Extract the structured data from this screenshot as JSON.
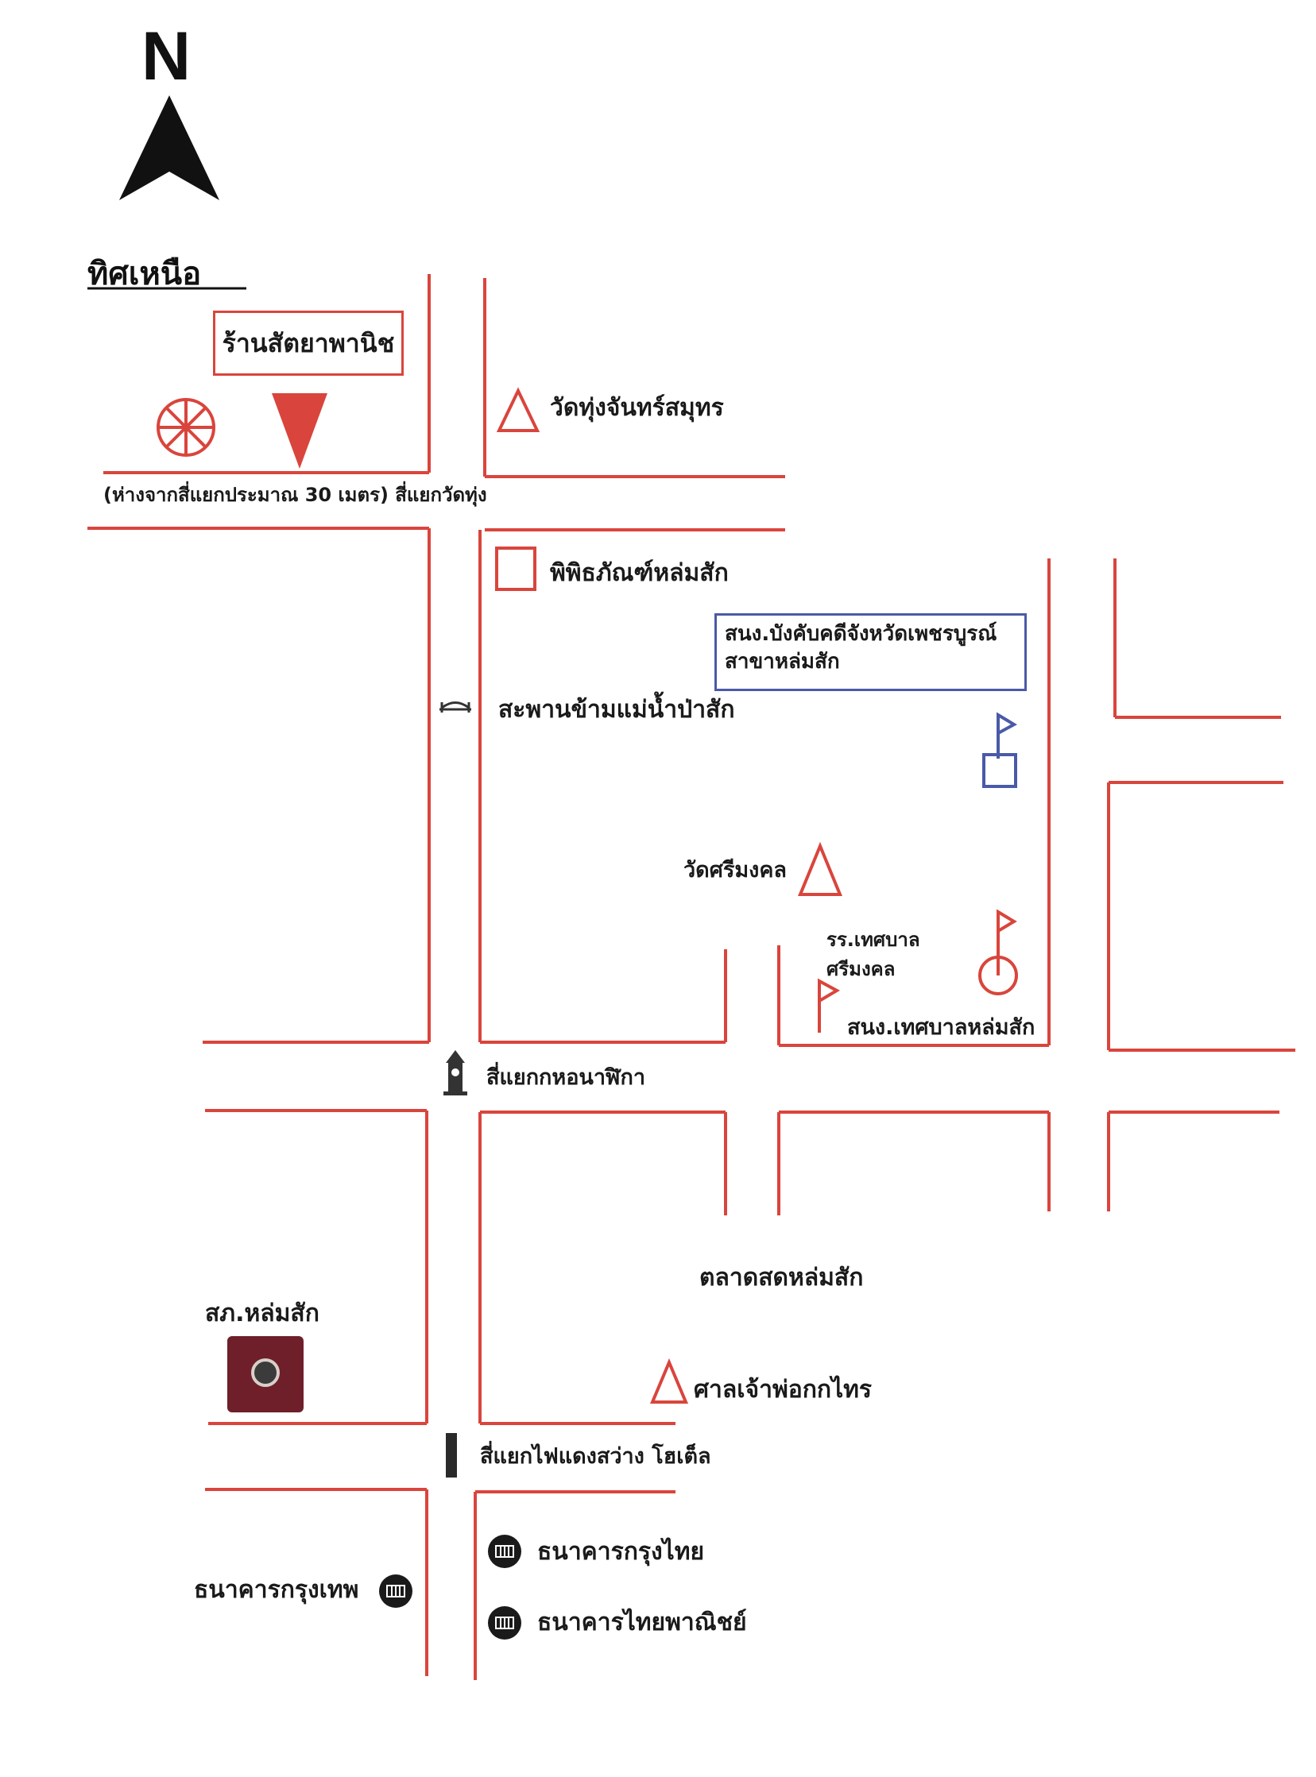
{
  "compass": {
    "letter": "N",
    "heading": "ทิศเหนือ"
  },
  "colors": {
    "road": "#d9453c",
    "shop": "#d9453c",
    "office": "#4a5aa8",
    "dark": "#1a1a1a"
  },
  "places": {
    "shop": "ร้านสัตยาพานิช",
    "wat_thung": "วัดทุ่งจันทร์สมุทร",
    "distance_note": "(ห่างจากสี่แยกประมาณ 30 เมตร) สี่แยกวัดทุ่ง",
    "museum": "พิพิธภัณฑ์หล่มสัก",
    "enforcement_office": {
      "line1": "สนง.บังคับคดีจังหวัดเพชรบูรณ์",
      "line2": "สาขาหล่มสัก"
    },
    "bridge": "สะพานข้ามแม่น้ำป่าสัก",
    "wat_si_mongkhon": "วัดศรีมงคล",
    "school": {
      "line1": "รร.เทศบาล",
      "line2": "ศรีมงคล"
    },
    "municipal_office": "สนง.เทศบาลหล่มสัก",
    "clock_tower": "สี่แยกกหอนาฬิกา",
    "market": "ตลาดสดหล่มสัก",
    "police_station": "สภ.หล่มสัก",
    "shrine": "ศาลเจ้าพ่อกกไทร",
    "traffic_light": "สี่แยกไฟแดงสว่าง โฮเต็ล",
    "krungthai": "ธนาคารกรุงไทย",
    "scb": "ธนาคารไทยพาณิชย์",
    "bangkok_bank": "ธนาคารกรุงเทพ"
  }
}
